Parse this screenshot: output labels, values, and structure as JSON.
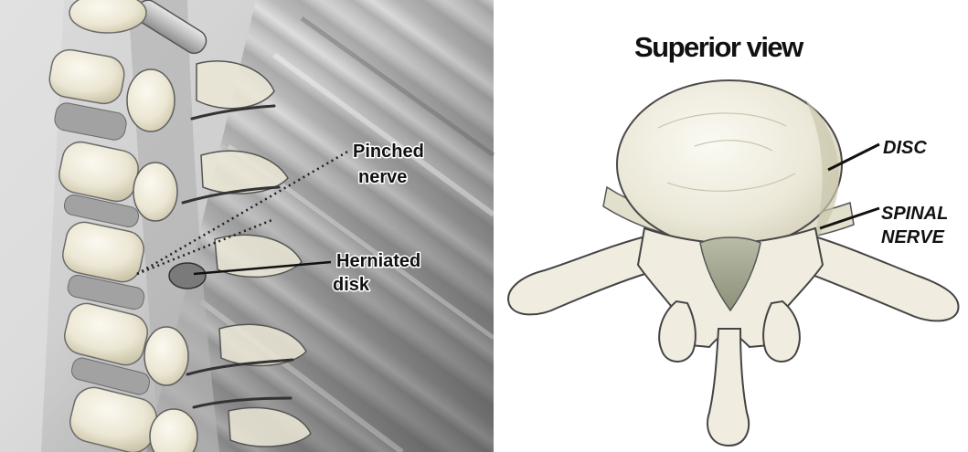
{
  "figure": {
    "left_panel": {
      "pinched_nerve_label": {
        "line1": "Pinched",
        "line2": "nerve"
      },
      "herniated_disk_label": {
        "line1": "Herniated",
        "line2": "disk"
      }
    },
    "right_panel": {
      "title": "Superior view",
      "disc_label": "DISC",
      "spinal_nerve_label": {
        "line1": "SPINAL",
        "line2": "NERVE"
      }
    }
  },
  "colors": {
    "bone": "#f0ede0",
    "disc_outline": "#4a4a4a",
    "nerve": "#e2dfcc",
    "cord": "#9fa38c",
    "text": "#111111"
  }
}
